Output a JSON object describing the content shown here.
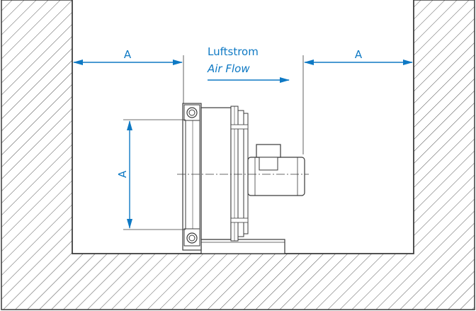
{
  "diagram": {
    "airflow_label": "Luftstrom",
    "airflow_label_en": "Air Flow",
    "dimension_left": "A",
    "dimension_right": "A",
    "dimension_vertical": "A"
  },
  "colors": {
    "dimension": "#0e79c4",
    "outline": "#3a3a3a",
    "hatch": "#555555",
    "background": "#ffffff"
  }
}
